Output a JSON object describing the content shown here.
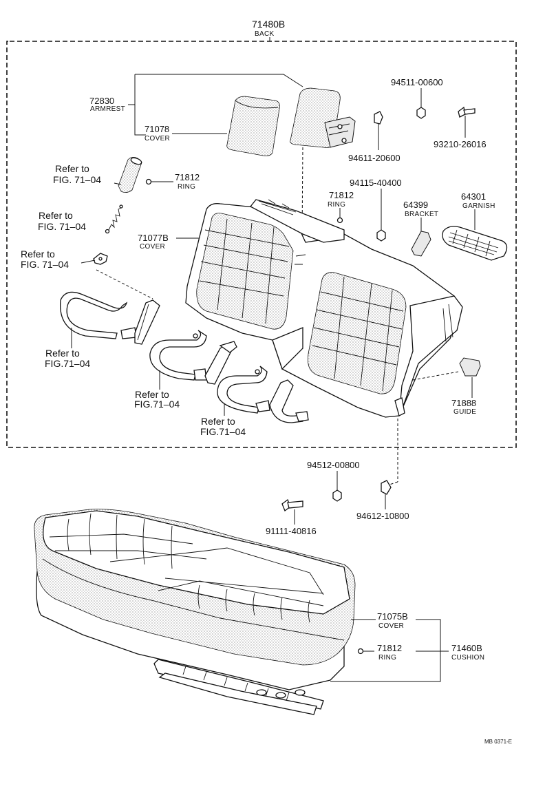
{
  "diagram": {
    "assembly": {
      "number": "71480B",
      "label": "BACK"
    },
    "parts": [
      {
        "id": "armrest",
        "number": "72830",
        "label": "ARMREST"
      },
      {
        "id": "armrest-cover",
        "number": "71078",
        "label": "COVER"
      },
      {
        "id": "ring-top",
        "number": "71812",
        "label": "RING"
      },
      {
        "id": "ring-mid",
        "number": "71812",
        "label": "RING"
      },
      {
        "id": "back-cover",
        "number": "71077B",
        "label": "COVER"
      },
      {
        "id": "nut-94511",
        "number": "94511-00600",
        "label": ""
      },
      {
        "id": "nut-94611",
        "number": "94611-20600",
        "label": ""
      },
      {
        "id": "bolt-93210",
        "number": "93210-26016",
        "label": ""
      },
      {
        "id": "nut-94115",
        "number": "94115-40400",
        "label": ""
      },
      {
        "id": "bracket",
        "number": "64399",
        "label": "BRACKET"
      },
      {
        "id": "garnish",
        "number": "64301",
        "label": "GARNISH"
      },
      {
        "id": "guide",
        "number": "71888",
        "label": "GUIDE"
      },
      {
        "id": "nut-94512",
        "number": "94512-00800",
        "label": ""
      },
      {
        "id": "nut-94612",
        "number": "94612-10800",
        "label": ""
      },
      {
        "id": "bolt-91111",
        "number": "91111-40816",
        "label": ""
      },
      {
        "id": "cushion-cover",
        "number": "71075B",
        "label": "COVER"
      },
      {
        "id": "ring-bottom",
        "number": "71812",
        "label": "RING"
      },
      {
        "id": "cushion",
        "number": "71460B",
        "label": "CUSHION"
      }
    ],
    "references": [
      {
        "id": "ref-1",
        "line1": "Refer to",
        "line2": "FIG. 71–04"
      },
      {
        "id": "ref-2",
        "line1": "Refer to",
        "line2": "FIG. 71–04"
      },
      {
        "id": "ref-3",
        "line1": "Refer to",
        "line2": "FIG. 71–04"
      },
      {
        "id": "ref-4",
        "line1": "Refer to",
        "line2": "FIG.71–04"
      },
      {
        "id": "ref-5",
        "line1": "Refer to",
        "line2": "FIG.71–04"
      },
      {
        "id": "ref-6",
        "line1": "Refer to",
        "line2": "FIG.71–04"
      }
    ],
    "drawing_code": "MB 0371-E"
  }
}
